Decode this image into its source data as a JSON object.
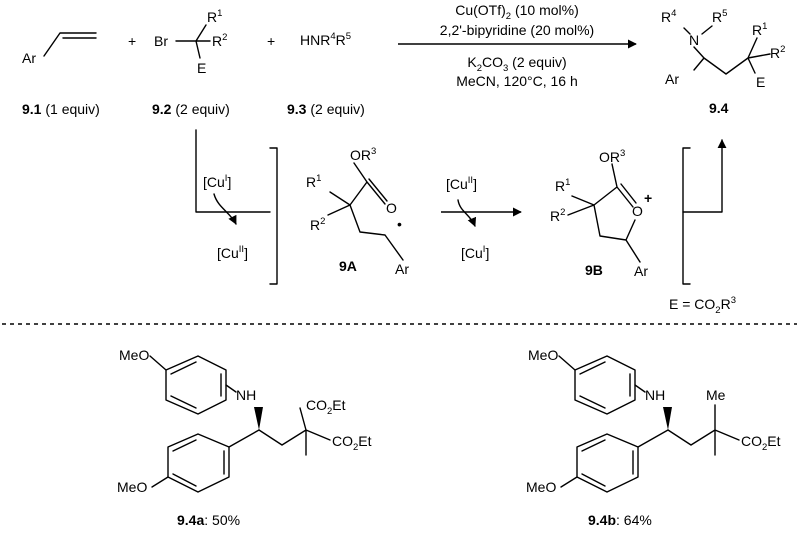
{
  "conditions": {
    "cat": "Cu(OTf)",
    "cat_sub": "2",
    "cat_load": " (10 mol%)",
    "ligand": "2,2'-bipyridine (20 mol%)",
    "base_a": "K",
    "base_sub1": "2",
    "base_b": "CO",
    "base_sub2": "3",
    "base_c": " (2 equiv)",
    "solvent": "MeCN, 120°C, 16 h"
  },
  "reactants": {
    "r1": {
      "id": "9.1",
      "equiv": " (1 equiv)"
    },
    "r2": {
      "id": "9.2",
      "equiv": " (2 equiv)"
    },
    "r3": {
      "id": "9.3",
      "equiv": " (2 equiv)"
    },
    "plus": "+"
  },
  "product": {
    "id": "9.4"
  },
  "atoms": {
    "Ar": "Ar",
    "Br": "Br",
    "E": "E",
    "R": "R",
    "N": "N",
    "O": "O",
    "one": "1",
    "two": "2",
    "three": "3",
    "four": "4",
    "five": "5",
    "HNR": "HNR",
    "OR": "OR",
    "plus": "+",
    "dot": "•",
    "MeO": "MeO",
    "NH": "NH",
    "CO2Et_a": "CO",
    "CO2Et_sub": "2",
    "CO2Et_b": "Et",
    "Me": "Me"
  },
  "catalysis": {
    "cu1": "[Cu",
    "cu1_ox": "I",
    "cu2": "[Cu",
    "cu2_ox": "II",
    "close": "]"
  },
  "intermediates": {
    "a": "9A",
    "b": "9B"
  },
  "definition": {
    "e": "E = CO",
    "sub": "2",
    "r": "R",
    "sup": "3"
  },
  "examples": [
    {
      "id": "9.4a",
      "yield": ": 50%"
    },
    {
      "id": "9.4b",
      "yield": ": 64%"
    }
  ]
}
